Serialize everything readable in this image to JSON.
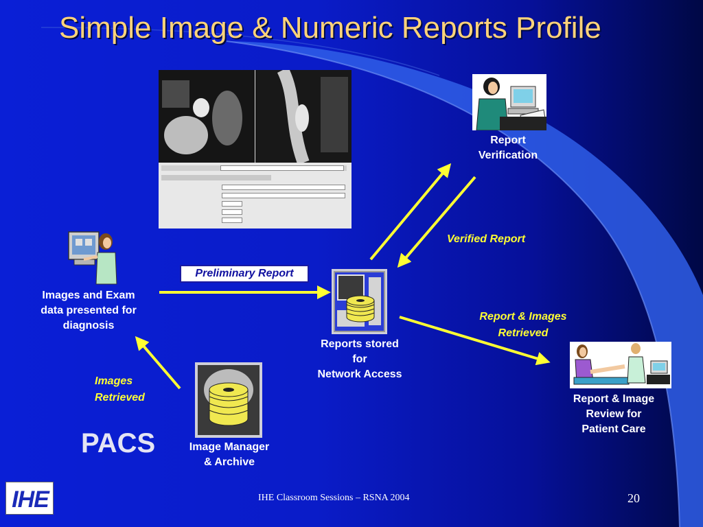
{
  "slide": {
    "title": "Simple Image & Numeric Reports Profile",
    "footer": "IHE Classroom Sessions – RSNA 2004",
    "page_number": "20",
    "logo_text": "IHE",
    "pacs_label": "PACS"
  },
  "nodes": {
    "diagnosis": {
      "lines": [
        "Images and Exam",
        "data presented for",
        "diagnosis"
      ],
      "icon": "radiologist-workstation-icon"
    },
    "verification": {
      "lines": [
        "Report",
        "Verification"
      ],
      "icon": "physician-at-computer-icon"
    },
    "storage": {
      "lines": [
        "Reports stored",
        "for",
        "Network Access"
      ],
      "icon": "report-storage-icon"
    },
    "archive": {
      "lines": [
        "Image Manager",
        "& Archive"
      ],
      "icon": "image-archive-icon"
    },
    "review": {
      "lines": [
        "Report & Image",
        "Review for",
        "Patient Care"
      ],
      "icon": "physician-patient-icon"
    }
  },
  "flows": {
    "preliminary": "Preliminary Report",
    "verified": "Verified Report",
    "report_images": [
      "Report & Images",
      "Retrieved"
    ],
    "images_retrieved": [
      "Images",
      "Retrieved"
    ]
  },
  "colors": {
    "title": "#ffd37a",
    "arrow": "#ffff33",
    "flow_label": "#ffff33",
    "node_label": "#ffffff",
    "curve_fill": "#2f5ee8",
    "disk": "#f0e850"
  }
}
